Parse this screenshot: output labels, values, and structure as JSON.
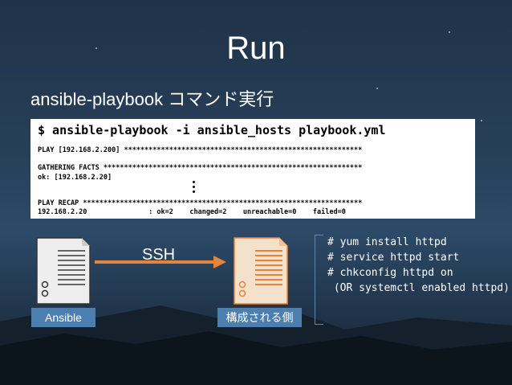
{
  "slide": {
    "title": "Run",
    "subtitle": "ansible-playbook コマンド実行"
  },
  "terminal": {
    "command": "$ ansible-playbook -i ansible_hosts playbook.yml",
    "lines": [
      "PLAY [192.168.2.200] **********************************************************",
      "GATHERING FACTS ***************************************************************",
      "ok: [192.168.2.20]",
      "PLAY RECAP ********************************************************************",
      "192.168.2.20               : ok=2    changed=2    unreachable=0    failed=0"
    ]
  },
  "diagram": {
    "ansible_label": "Ansible",
    "target_label": "構成される側",
    "connection_label": "SSH",
    "source_server_icon": "server-icon",
    "target_server_icon": "server-icon",
    "arrow_color": "#e8843a",
    "label_color": "#4b7fb0"
  },
  "commands": [
    "# yum install httpd",
    "# service httpd start",
    "# chkconfig httpd on",
    " (OR systemctl enabled httpd)"
  ]
}
